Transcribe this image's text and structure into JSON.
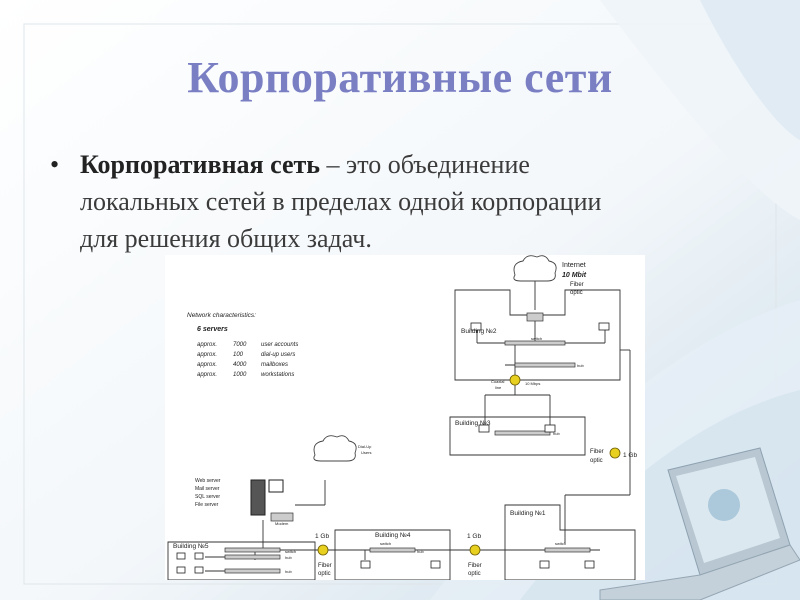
{
  "slide": {
    "title": "Корпоративные сети",
    "bullet": {
      "term": "Корпоративная сеть",
      "line1_rest": " – это объединение",
      "line2": "локальных сетей в пределах одной корпорации",
      "line3": "для решения общих задач."
    }
  },
  "diagram": {
    "characteristics_title": "Network characteristics:",
    "servers": "6 servers",
    "rows": [
      {
        "prefix": "approx.",
        "value": "7000",
        "label": "user accounts"
      },
      {
        "prefix": "approx.",
        "value": "100",
        "label": "dial-up users"
      },
      {
        "prefix": "approx.",
        "value": "4000",
        "label": "mailboxes"
      },
      {
        "prefix": "approx.",
        "value": "1000",
        "label": "workstations"
      }
    ],
    "internet": "Internet",
    "internet_speed": "10 Mbit",
    "fiber": "Fiber",
    "optic": "optic",
    "building2": "Building №2",
    "building3": "Building №3",
    "building4": "Building №4",
    "building5": "Building №5",
    "building1": "Building №1",
    "coaxial1": "Coaxial",
    "coaxial2": "line",
    "mbps": "10 Mbps",
    "gb": "1 Gb",
    "dialup1": "Dial-Up",
    "dialup2": "Users",
    "servers_list": [
      "Web server",
      "Mail server",
      "SQL server",
      "File server"
    ],
    "switch": "switch",
    "hub": "hub",
    "modem": "Modem"
  },
  "colors": {
    "title": "#7a7fc4",
    "text": "#3b3b3b",
    "connector": "#e8d020"
  }
}
